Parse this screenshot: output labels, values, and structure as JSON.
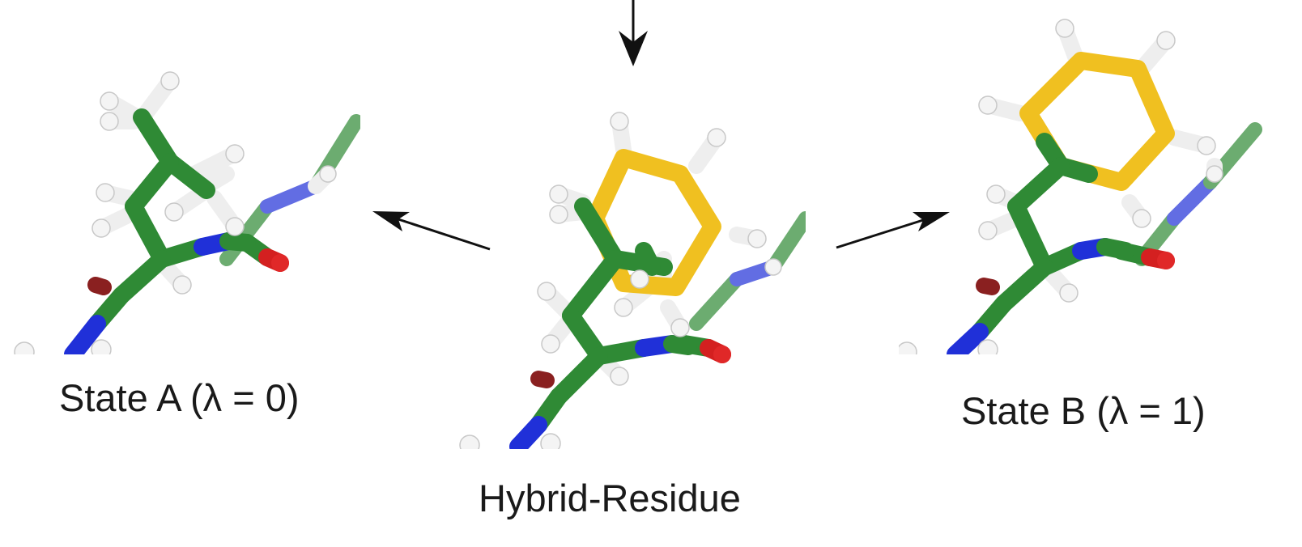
{
  "labels": {
    "state_a": "State A (λ = 0)",
    "state_b": "State B (λ = 1)",
    "hybrid": "Hybrid-Residue"
  },
  "colors": {
    "carbon_green": "#2f8a35",
    "ring_yellow": "#f0c020",
    "nitrogen_blue": "#2030d8",
    "oxygen_red": "#d42020",
    "hydrogen_white": "#f2f2f2",
    "arrow": "#111111"
  }
}
